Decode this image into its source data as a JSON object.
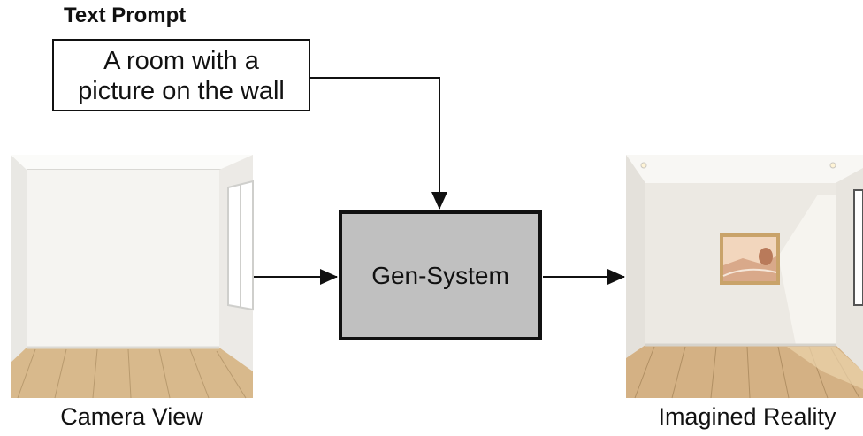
{
  "prompt": {
    "heading": "Text Prompt",
    "line1": "A room with a",
    "line2": "picture on the wall"
  },
  "system": {
    "label": "Gen-System"
  },
  "captions": {
    "camera": "Camera View",
    "imagined": "Imagined Reality"
  }
}
